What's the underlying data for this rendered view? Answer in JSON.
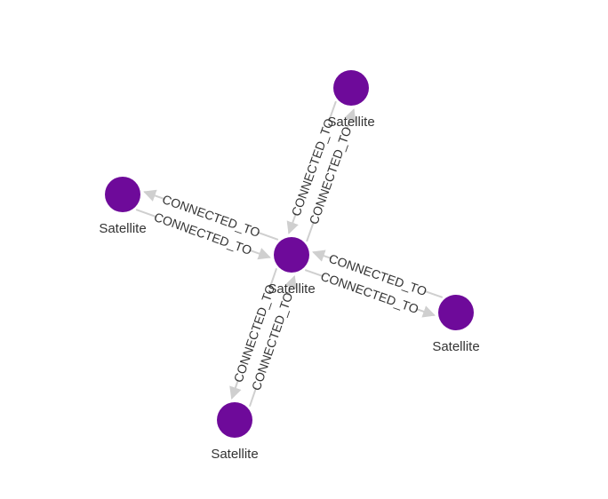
{
  "graph": {
    "node_color": "#6e0a9a",
    "edge_color": "#cfcfcf",
    "nodes": [
      {
        "id": "center",
        "label": "Satellite"
      },
      {
        "id": "top",
        "label": "Satellite"
      },
      {
        "id": "left",
        "label": "Satellite"
      },
      {
        "id": "right",
        "label": "Satellite"
      },
      {
        "id": "bottom",
        "label": "Satellite"
      }
    ],
    "edges": [
      {
        "from": "top",
        "to": "center",
        "label": "CONNECTED_TO"
      },
      {
        "from": "center",
        "to": "top",
        "label": "CONNECTED_TO"
      },
      {
        "from": "left",
        "to": "center",
        "label": "CONNECTED_TO"
      },
      {
        "from": "center",
        "to": "left",
        "label": "CONNECTED_TO"
      },
      {
        "from": "center",
        "to": "right",
        "label": "CONNECTED_TO"
      },
      {
        "from": "right",
        "to": "center",
        "label": "CONNECTED_TO"
      },
      {
        "from": "bottom",
        "to": "center",
        "label": "CONNECTED_TO"
      },
      {
        "from": "center",
        "to": "bottom",
        "label": "CONNECTED_TO"
      }
    ]
  }
}
